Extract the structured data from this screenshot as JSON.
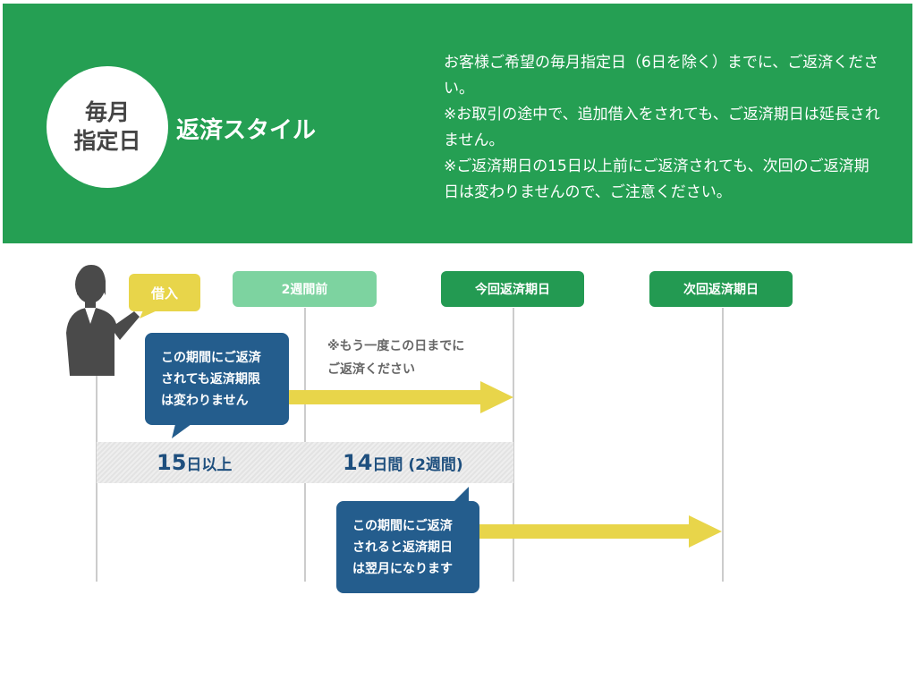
{
  "header": {
    "badge_line1": "毎月",
    "badge_line2": "指定日",
    "style_title": "返済スタイル",
    "description": [
      "お客様ご希望の毎月指定日（6日を除く）までに、ご返済ください。",
      "※お取引の途中で、追加借入をされても、ご返済期日は延長されません。",
      "※ご返済期日の15日以上前にご返済されても、次回のご返済期日は変わりませんので、ご注意ください。"
    ]
  },
  "timeline": {
    "borrow_label": "借入",
    "two_weeks_label": "2週間前",
    "current_due_label": "今回返済期日",
    "next_due_label": "次回返済期日",
    "note_line1": "※もう一度この日までに",
    "note_line2": "ご返済ください",
    "band_left_num": "15",
    "band_left_unit": "日以上",
    "band_right_num": "14",
    "band_right_unit": "日間 (2週間)",
    "bubble1": [
      "この期間にご返済",
      "されても返済期限",
      "は変わりません"
    ],
    "bubble2": [
      "この期間にご返済",
      "されると返済期日",
      "は翌月になります"
    ]
  },
  "colors": {
    "header_green": "#259f53",
    "dark_green": "#239a52",
    "light_green": "#7dd3a0",
    "yellow": "#e8d54a",
    "navy": "#245d8d",
    "band_text": "#1e4f7e"
  }
}
